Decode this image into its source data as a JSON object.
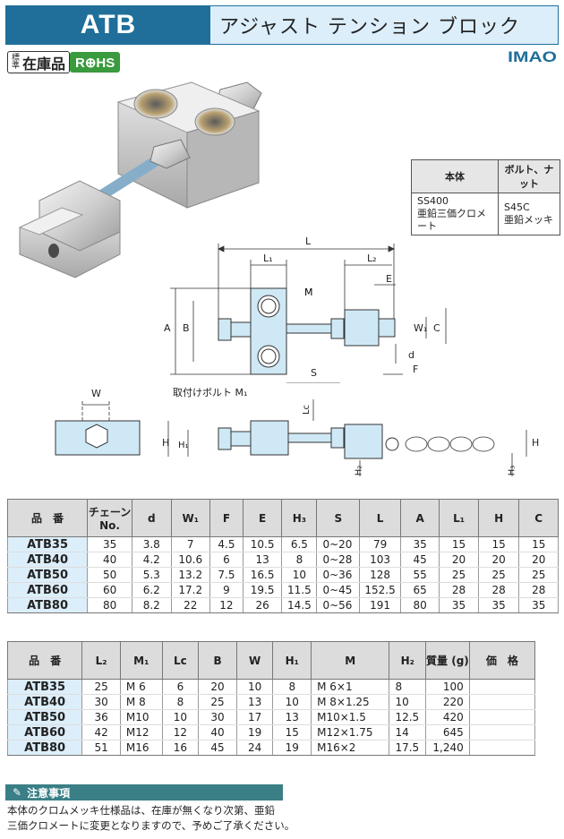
{
  "header": {
    "code": "ATB",
    "title": "アジャスト テンション ブロック"
  },
  "badges": {
    "stock_small_1": "標",
    "stock_small_2": "準",
    "stock": "在庫品",
    "rohs": "R⊕HS"
  },
  "logo": "IMAO",
  "material": {
    "headers": [
      "本体",
      "ボルト、ナット"
    ],
    "body_line1": "SS400",
    "body_line2": "亜鉛三価クロメート",
    "bolt_line1": "S45C",
    "bolt_line2": "亜鉛メッキ"
  },
  "drawing": {
    "L": "L",
    "L1": "L₁",
    "L2": "L₂",
    "E": "E",
    "M": "M",
    "A": "A",
    "B": "B",
    "W1": "W₁",
    "C": "C",
    "d": "d",
    "F": "F",
    "S": "S",
    "W": "W",
    "mount_bolt": "取付けボルト M₁",
    "Lc": "Lc",
    "H": "H",
    "H1": "H₁",
    "H2": "H₂",
    "H3": "H₃"
  },
  "table1": {
    "headers": [
      "品　番",
      "チェーン No.",
      "d",
      "W₁",
      "F",
      "E",
      "H₃",
      "S",
      "L",
      "A",
      "L₁",
      "H",
      "C"
    ],
    "rows": [
      [
        "ATB35",
        "35",
        "3.8",
        "7",
        "4.5",
        "10.5",
        "6.5",
        "0~20",
        "79",
        "35",
        "15",
        "15",
        "15"
      ],
      [
        "ATB40",
        "40",
        "4.2",
        "10.6",
        "6",
        "13",
        "8",
        "0~28",
        "103",
        "45",
        "20",
        "20",
        "20"
      ],
      [
        "ATB50",
        "50",
        "5.3",
        "13.2",
        "7.5",
        "16.5",
        "10",
        "0~36",
        "128",
        "55",
        "25",
        "25",
        "25"
      ],
      [
        "ATB60",
        "60",
        "6.2",
        "17.2",
        "9",
        "19.5",
        "11.5",
        "0~45",
        "152.5",
        "65",
        "28",
        "28",
        "28"
      ],
      [
        "ATB80",
        "80",
        "8.2",
        "22",
        "12",
        "26",
        "14.5",
        "0~56",
        "191",
        "80",
        "35",
        "35",
        "35"
      ]
    ]
  },
  "table2": {
    "headers": [
      "品　番",
      "L₂",
      "M₁",
      "Lc",
      "B",
      "W",
      "H₁",
      "M",
      "H₂",
      "質量 (g)",
      "価　格"
    ],
    "rows": [
      [
        "ATB35",
        "25",
        "M 6",
        "6",
        "20",
        "10",
        "8",
        "M 6×1",
        "8",
        "100",
        ""
      ],
      [
        "ATB40",
        "30",
        "M 8",
        "8",
        "25",
        "13",
        "10",
        "M 8×1.25",
        "10",
        "220",
        ""
      ],
      [
        "ATB50",
        "36",
        "M10",
        "10",
        "30",
        "17",
        "13",
        "M10×1.5",
        "12.5",
        "420",
        ""
      ],
      [
        "ATB60",
        "42",
        "M12",
        "12",
        "40",
        "19",
        "15",
        "M12×1.75",
        "14",
        "645",
        ""
      ],
      [
        "ATB80",
        "51",
        "M16",
        "16",
        "45",
        "24",
        "19",
        "M16×2",
        "17.5",
        "1,240",
        ""
      ]
    ]
  },
  "notes": {
    "title": "注意事項",
    "line1": "本体のクロムメッキ仕様品は、在庫が無くなり次第、亜鉛",
    "line2": "三価クロメートに変更となりますので、予めご了承ください。"
  }
}
